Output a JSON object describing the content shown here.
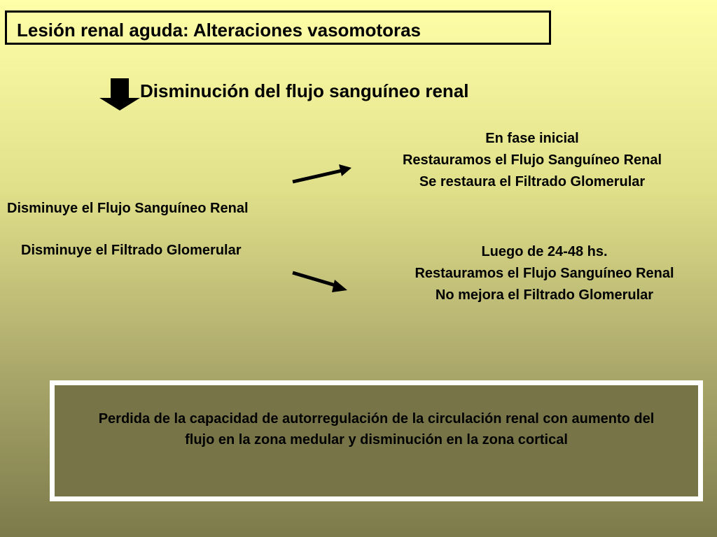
{
  "slide": {
    "title": "Lesión renal aguda: Alteraciones vasomotoras",
    "subtitle": "Disminución del flujo sanguíneo renal",
    "left_lines": [
      "Disminuye el Flujo Sanguíneo Renal",
      "Disminuye el Filtrado Glomerular"
    ],
    "branch_initial": {
      "lines": [
        "En fase inicial",
        "Restauramos el Flujo Sanguíneo Renal",
        "Se restaura el Filtrado Glomerular"
      ]
    },
    "branch_later": {
      "lines": [
        "Luego de 24-48 hs.",
        "Restauramos el Flujo Sanguíneo Renal",
        "No mejora el Filtrado Glomerular"
      ]
    },
    "conclusion": "Perdida de la capacidad de autorregulación de la circulación renal con aumento del flujo en la zona medular y disminución en la zona cortical"
  },
  "icons": {
    "down_arrow": "down-arrow-icon",
    "up_right_arrow": "up-right-arrow-icon",
    "down_right_arrow": "down-right-arrow-icon"
  },
  "colors": {
    "background_top": "#ffffa8",
    "background_bottom": "#7c7a4a",
    "conclusion_box_fill": "#777548",
    "conclusion_box_border": "#ffffff",
    "text": "#000000"
  }
}
